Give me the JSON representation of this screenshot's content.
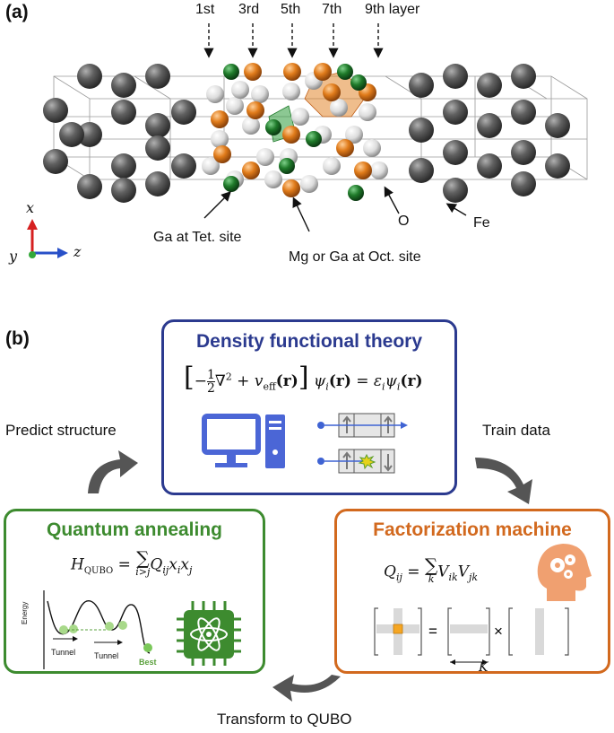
{
  "panel_a": {
    "label": "(a)",
    "layer_labels": [
      "1st",
      "3rd",
      "5th",
      "7th",
      "9th layer"
    ],
    "atom_labels": {
      "ga_tet": "Ga at Tet. site",
      "mg_ga_oct": "Mg or Ga at Oct. site",
      "oxygen": "O",
      "iron": "Fe"
    },
    "axes": {
      "x": "x",
      "y": "y",
      "z": "z"
    },
    "colors": {
      "fe": "#5a5a5a",
      "oxygen": "#e6e6e6",
      "mg": "#e07b1a",
      "ga": "#1f7a2a"
    }
  },
  "panel_b": {
    "label": "(b)",
    "dft": {
      "title": "Density functional theory",
      "equation_parts": {
        "minus": "−",
        "one": "1",
        "two": "2",
        "nabla": "∇",
        "sq": "2",
        "plus": "+ ",
        "v": "v",
        "eff": "eff",
        "r": "(r)",
        "psi": "ψ",
        "i": "i",
        "eq": " = ",
        "eps": "ε"
      },
      "color": "#2b3a8f"
    },
    "fm": {
      "title": "Factorization machine",
      "equation_parts": {
        "q": "Q",
        "ij": "ij",
        "eq": " = ",
        "sum": "∑",
        "k": "k",
        "v": "V",
        "ik": "ik",
        "jk": "jk"
      },
      "k_label": "K",
      "color": "#d2691e"
    },
    "qa": {
      "title": "Quantum annealing",
      "equation_parts": {
        "h": "H",
        "sub": "QUBO",
        "eq": " = ",
        "sum": "∑",
        "ij": "i>j",
        "q": "Q",
        "qij": "ij",
        "x": "x",
        "xi": "i",
        "xj": "j"
      },
      "energy_label": "Energy",
      "tunnel_1": "Tunnel",
      "tunnel_2": "Tunnel",
      "best_label": "Best",
      "color": "#3d8b2f"
    },
    "arrows": {
      "predict": "Predict structure",
      "train": "Train data",
      "transform": "Transform to QUBO"
    }
  }
}
